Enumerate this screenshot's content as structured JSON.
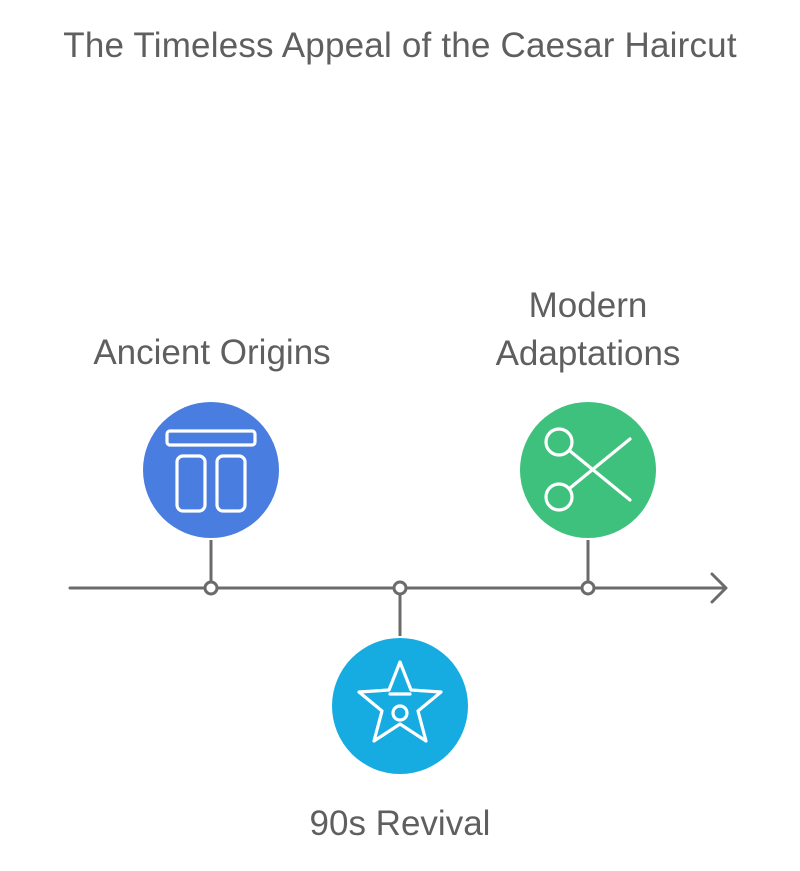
{
  "title": "The Timeless Appeal of the Caesar Haircut",
  "milestones": [
    {
      "label": "Ancient Origins",
      "icon": "pillars-icon",
      "color": "#4a7de0",
      "position": "above"
    },
    {
      "label": "90s Revival",
      "icon": "star-icon",
      "color": "#16ace2",
      "position": "below"
    },
    {
      "label": "Modern\nAdaptations",
      "icon": "scissors-icon",
      "color": "#3dc17c",
      "position": "above"
    }
  ],
  "colors": {
    "axis": "#6b6b6b",
    "text": "#5f5f5f",
    "icon_stroke": "#ffffff"
  }
}
